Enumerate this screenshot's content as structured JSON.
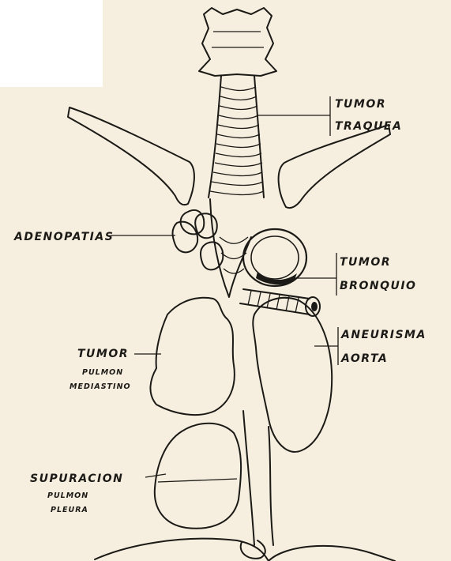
{
  "labels": {
    "tumor_traquea_1": "TUMOR",
    "tumor_traquea_2": "TRAQUEA",
    "adenopatias": "ADENOPATIAS",
    "tumor_bronquio_1": "TUMOR",
    "tumor_bronquio_2": "BRONQUIO",
    "aneurisma_1": "ANEURISMA",
    "aneurisma_2": "AORTA",
    "tumor_pulmon_1": "TUMOR",
    "tumor_pulmon_2": "PULMON",
    "tumor_pulmon_3": "MEDIASTINO",
    "supuracion_1": "SUPURACION",
    "supuracion_2": "PULMON",
    "supuracion_3": "PLEURA"
  }
}
